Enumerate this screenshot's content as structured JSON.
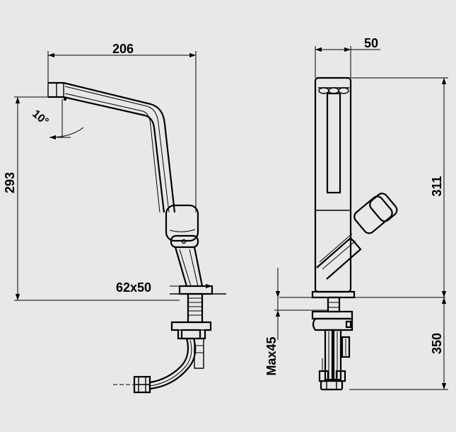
{
  "dimensions": {
    "spout_reach": "206",
    "spout_angle": "10°",
    "overall_height_side": "293",
    "base_size": "62x50",
    "body_depth": "50",
    "overall_height_front": "311",
    "max_counter_thickness": "Max45",
    "hose_length": "350"
  },
  "colors": {
    "background": "#e8e8e8",
    "line": "#000000"
  }
}
